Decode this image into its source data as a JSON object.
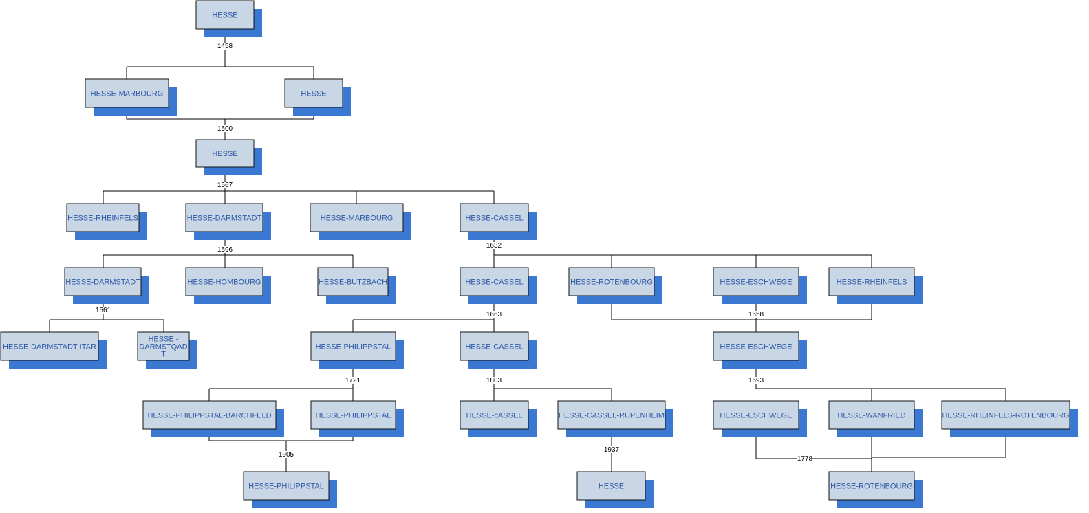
{
  "nodes": [
    {
      "id": "n1",
      "lines": [
        "HESSE"
      ]
    },
    {
      "id": "n2",
      "lines": [
        "HESSE-MARBOURG"
      ]
    },
    {
      "id": "n3",
      "lines": [
        "HESSE"
      ]
    },
    {
      "id": "n4",
      "lines": [
        "HESSE"
      ]
    },
    {
      "id": "n5",
      "lines": [
        "HESSE-RHEINFELS"
      ]
    },
    {
      "id": "n6",
      "lines": [
        "HESSE-DARMSTADT"
      ]
    },
    {
      "id": "n7",
      "lines": [
        "HESSE-MARBOURG"
      ]
    },
    {
      "id": "n8",
      "lines": [
        "HESSE-CASSEL"
      ]
    },
    {
      "id": "n9",
      "lines": [
        "HESSE-DARMSTADT"
      ]
    },
    {
      "id": "n10",
      "lines": [
        "HESSE-HOMBOURG"
      ]
    },
    {
      "id": "n11",
      "lines": [
        "HESSE-BUTZBACH"
      ]
    },
    {
      "id": "n12",
      "lines": [
        "HESSE-CASSEL"
      ]
    },
    {
      "id": "n13",
      "lines": [
        "HESSE-ROTENBOURG"
      ]
    },
    {
      "id": "n14",
      "lines": [
        "HESSE-ESCHWEGE"
      ]
    },
    {
      "id": "n15",
      "lines": [
        "HESSE-RHEINFELS"
      ]
    },
    {
      "id": "n16",
      "lines": [
        "HESSE-DARMSTADT-ITAR"
      ]
    },
    {
      "id": "n17",
      "lines": [
        "HESSE -",
        "DARMSTQAD",
        "T"
      ]
    },
    {
      "id": "n18",
      "lines": [
        "HESSE-PHILIPPSTAL"
      ]
    },
    {
      "id": "n19",
      "lines": [
        "HESSE-CASSEL"
      ]
    },
    {
      "id": "n20",
      "lines": [
        "HESSE-ESCHWEGE"
      ]
    },
    {
      "id": "n21",
      "lines": [
        "HESSE-PHILIPPSTAL-BARCHFELD"
      ]
    },
    {
      "id": "n22",
      "lines": [
        "HESSE-PHILIPPSTAL"
      ]
    },
    {
      "id": "n23",
      "lines": [
        "HESSE-cASSEL"
      ]
    },
    {
      "id": "n24",
      "lines": [
        "HESSE-CASSEL-RUPENHEIM"
      ]
    },
    {
      "id": "n25",
      "lines": [
        "HESSE-ESCHWEGE"
      ]
    },
    {
      "id": "n26",
      "lines": [
        "HESSE-WANFRIED"
      ]
    },
    {
      "id": "n27",
      "lines": [
        "HESSE-RHEINFELS-ROTENBOURG"
      ]
    },
    {
      "id": "n28",
      "lines": [
        "HESSE-PHILIPPSTAL"
      ]
    },
    {
      "id": "n29",
      "lines": [
        "HESSE"
      ]
    },
    {
      "id": "n30",
      "lines": [
        "HESSE-ROTENBOURG"
      ]
    }
  ],
  "years": [
    {
      "id": "y1458",
      "text": "1458"
    },
    {
      "id": "y1500",
      "text": "1500"
    },
    {
      "id": "y1567",
      "text": "1567"
    },
    {
      "id": "y1596",
      "text": "1596"
    },
    {
      "id": "y1632",
      "text": "1632"
    },
    {
      "id": "y1661",
      "text": "1661"
    },
    {
      "id": "y1663",
      "text": "1663"
    },
    {
      "id": "y1658",
      "text": "1658"
    },
    {
      "id": "y1721",
      "text": "1721"
    },
    {
      "id": "y1803",
      "text": "1803"
    },
    {
      "id": "y1693",
      "text": "1693"
    },
    {
      "id": "y1905",
      "text": "1905"
    },
    {
      "id": "y1937",
      "text": "1937"
    },
    {
      "id": "y1778",
      "text": "1778"
    }
  ],
  "colors": {
    "box_fill": "#c8d6e6",
    "box_shadow": "#3a78d2",
    "label_text": "#2f5aa6",
    "connector": "#000000"
  }
}
